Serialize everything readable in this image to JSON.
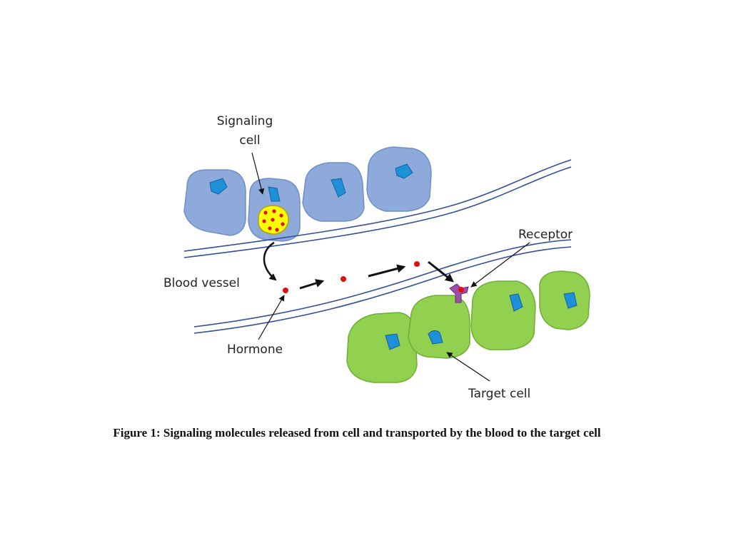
{
  "labels": {
    "signaling_cell_line1": "Signaling",
    "signaling_cell_line2": "cell",
    "receptor": "Receptor",
    "blood_vessel": "Blood vessel",
    "hormone": "Hormone",
    "target_cell": "Target cell"
  },
  "caption": "Figure 1: Signaling molecules released from cell and transported by the blood to the target cell",
  "colors": {
    "signaling_cell_fill": "#8eaadb",
    "signaling_cell_stroke": "#6f8fc6",
    "target_cell_fill": "#92d050",
    "target_cell_stroke": "#6fae35",
    "nucleus_fill": "#1e90d8",
    "vesicle_fill": "#ffff00",
    "hormone": "#e01010",
    "receptor": "#9b4fa8",
    "vessel_wall": "#2f4f9a"
  }
}
